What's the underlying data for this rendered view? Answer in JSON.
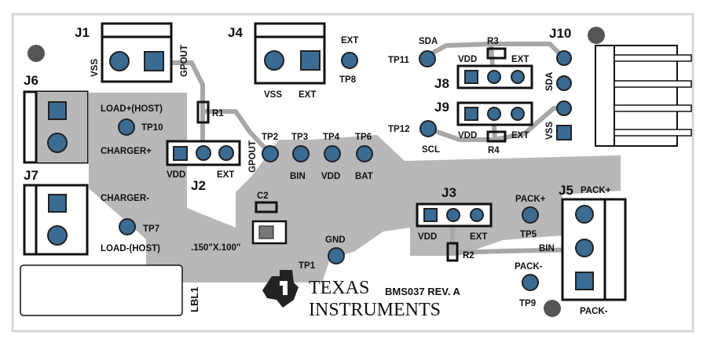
{
  "connectors": {
    "j1": {
      "name": "J1",
      "pin1": "VSS",
      "pin2": "GPOUT"
    },
    "j4": {
      "name": "J4",
      "pin1": "VSS",
      "pin2": "EXT"
    },
    "j6": {
      "name": "J6"
    },
    "j7": {
      "name": "J7"
    },
    "j10": {
      "name": "J10",
      "pin_sda": "SDA",
      "pin_vss": "VSS"
    },
    "j8": {
      "name": "J8",
      "left": "VDD",
      "right": "EXT"
    },
    "j9": {
      "name": "J9",
      "left": "VDD",
      "right": "EXT"
    },
    "j2": {
      "name": "J2",
      "left": "VDD",
      "right": "EXT"
    },
    "j3": {
      "name": "J3",
      "left": "VDD",
      "right": "EXT"
    },
    "j5": {
      "name": "J5",
      "pack_plus": "PACK+",
      "bin": "BIN",
      "pack_minus": "PACK-"
    }
  },
  "resistors": {
    "r1": "R1",
    "r2": "R2",
    "r3": "R3",
    "r4": "R4"
  },
  "capacitors": {
    "c2": "C2"
  },
  "test_points": {
    "tp1": {
      "name": "TP1",
      "signal": "GND"
    },
    "tp2": {
      "name": "TP2",
      "signal": "GPOUT"
    },
    "tp3": {
      "name": "TP3",
      "signal": "BIN"
    },
    "tp4": {
      "name": "TP4",
      "signal": "VDD"
    },
    "tp5": {
      "name": "TP5",
      "signal": "PACK+"
    },
    "tp6": {
      "name": "TP6",
      "signal": "BAT"
    },
    "tp7": {
      "name": "TP7",
      "signal": "LOAD-(HOST)"
    },
    "tp8": {
      "name": "TP8",
      "signal": "EXT"
    },
    "tp9": {
      "name": "TP9",
      "signal": "PACK-"
    },
    "tp10": {
      "name": "TP10",
      "signal": "LOAD+(HOST)"
    },
    "tp11": {
      "name": "TP11",
      "signal": "SDA"
    },
    "tp12": {
      "name": "TP12",
      "signal": "SCL"
    }
  },
  "labels": {
    "charger_plus": "CHARGER+",
    "charger_minus": "CHARGER-",
    "footprint": ".150\"X.100\"",
    "lbl1": "LBL1"
  },
  "branding": {
    "company_line1": "TEXAS",
    "company_line2": "INSTRUMENTS",
    "board_id": "BMS037 REV. A"
  },
  "colors": {
    "copper": "#b8b8b8",
    "pad": "#3a6b93",
    "outline": "#111111",
    "board_edge": "#d9d9d9"
  }
}
